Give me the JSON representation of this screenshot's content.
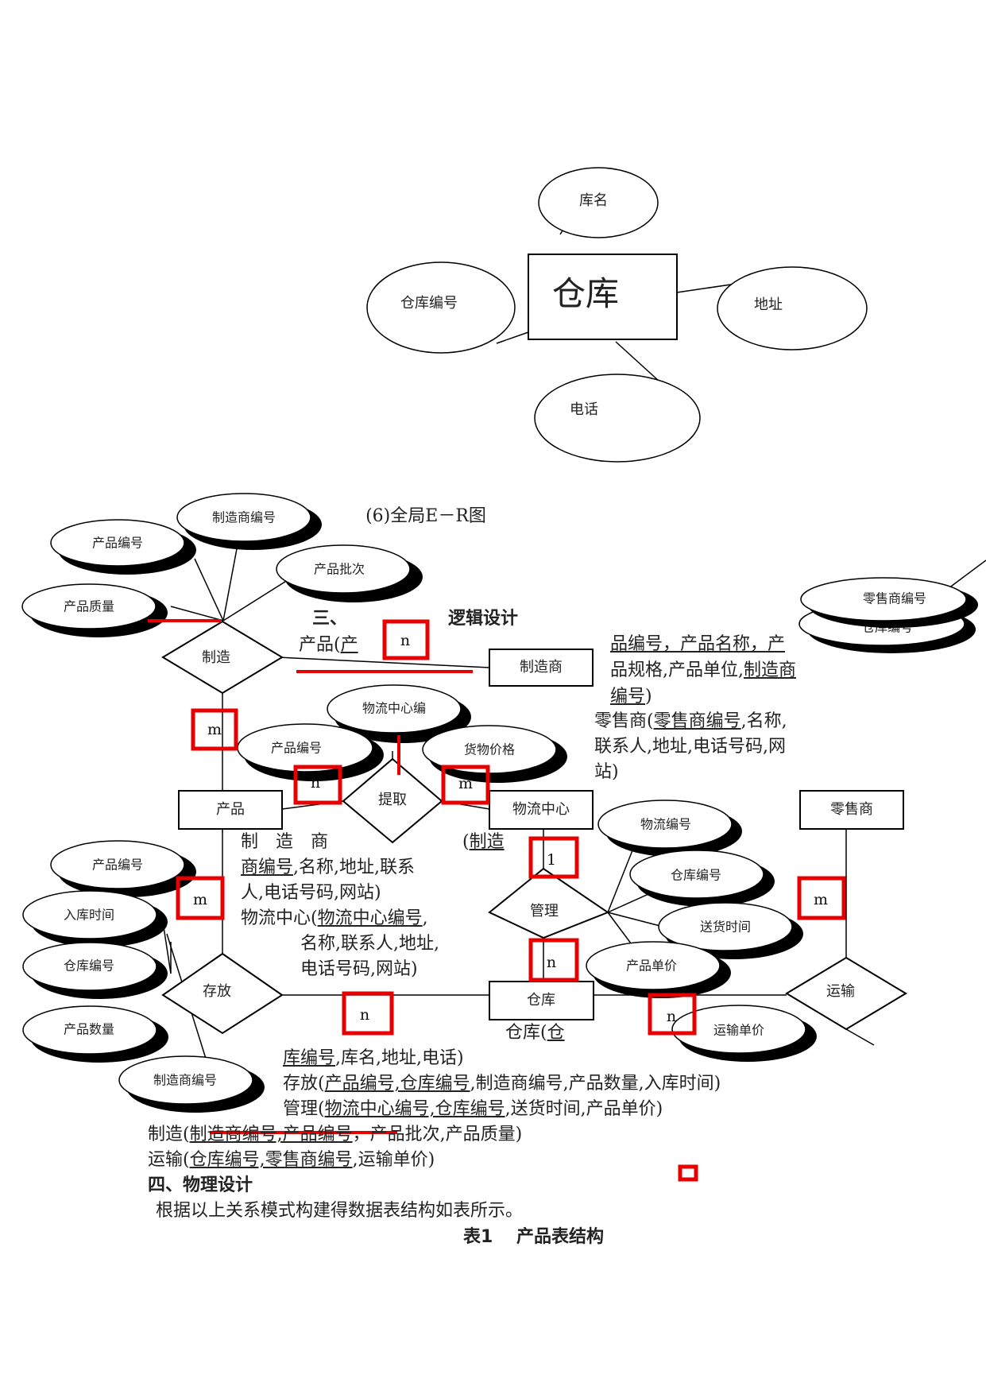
{
  "colors": {
    "ink": "#000000",
    "shadow": "#000000",
    "mark": "#e60000",
    "text": "#222222"
  },
  "warehouse_er": {
    "entity": "仓库",
    "attributes": [
      "库名",
      "仓库编号",
      "地址",
      "电话"
    ]
  },
  "global_er": {
    "caption": "(6)全局E－R图",
    "entities": [
      "制造商",
      "产品",
      "物流中心",
      "仓库",
      "零售商"
    ],
    "relationships": [
      "制造",
      "提取",
      "管理",
      "存放",
      "运输"
    ],
    "attributes": {
      "manufacture_product_no": "产品编号",
      "manufacture_maker_no": "制造商编号",
      "manufacture_batch": "产品批次",
      "manufacture_quality": "产品质量",
      "extract_center_no": "物流中心编",
      "extract_product_no": "产品编号",
      "extract_price": "货物价格",
      "manage_logistics_no": "物流编号",
      "manage_warehouse_no": "仓库编号",
      "manage_delivery_time": "送货时间",
      "manage_unit_price": "产品单价",
      "store_product_no": "产品编号",
      "store_in_time": "入库时间",
      "store_warehouse_no": "仓库编号",
      "store_quantity": "产品数量",
      "store_maker_no": "制造商编号",
      "ship_unit_price": "运输单价",
      "retailer_no": "零售商编号",
      "retailer_hidden": "仓库编号"
    },
    "cardinalities": {
      "manufacture_maker": "n",
      "manufacture_product": "m",
      "extract_product": "n",
      "extract_center": "m",
      "manage_center": "1",
      "manage_warehouse": "n",
      "store_product": "m",
      "store_warehouse": "n",
      "ship_warehouse": "n",
      "ship_retailer": "m"
    }
  },
  "section3": {
    "heading_num": "三、",
    "heading": "逻辑设计",
    "product_a": "产品(",
    "product_b": "产",
    "product_c": "品编号，产品名称，产",
    "product_d": "品规格,产品单位,",
    "product_e": "制造商",
    "product_f": "编号",
    "product_g": ")",
    "retailer_a": "零售商(",
    "retailer_b": "零售商编号",
    "retailer_c": ",名称,",
    "retailer_d": "联系人,地址,电话号码,网",
    "retailer_e": "站)",
    "maker_a": "制　造　商",
    "maker_b": "(",
    "maker_c": "制造",
    "maker_d": "商编号",
    "maker_e": ",名称,地址,联系",
    "maker_f": "人,电话号码,网站)",
    "center_a": "物流中心(",
    "center_b": "物流中心编号",
    "center_c": ",",
    "center_d": "名称,联系人,地址,",
    "center_e": "电话号码,网站)",
    "warehouse_a": "仓库(",
    "warehouse_b": "仓",
    "warehouse_c": "库编号",
    "warehouse_d": ",库名,地址,电话)",
    "store_a": "存放(",
    "store_b": "产品编号,仓库编号",
    "store_c": ",制造商编号,产品数量,入库时间)",
    "manage_a": "管理(",
    "manage_b": "物流中心编号,仓库编号",
    "manage_c": ",送货时间,产品单价)",
    "make_a": "制造(",
    "make_b": "制造商编号,产品编号",
    "make_c": "，产品批次,产品质量)",
    "ship_a": "运输(",
    "ship_b": "仓库编号,零售商编号",
    "ship_c": ",运输单价)"
  },
  "section4": {
    "heading": "四、物理设计",
    "intro": "根据以上关系模式构建得数据表结构如表所示。",
    "table_caption": "表1　 产品表结构"
  }
}
